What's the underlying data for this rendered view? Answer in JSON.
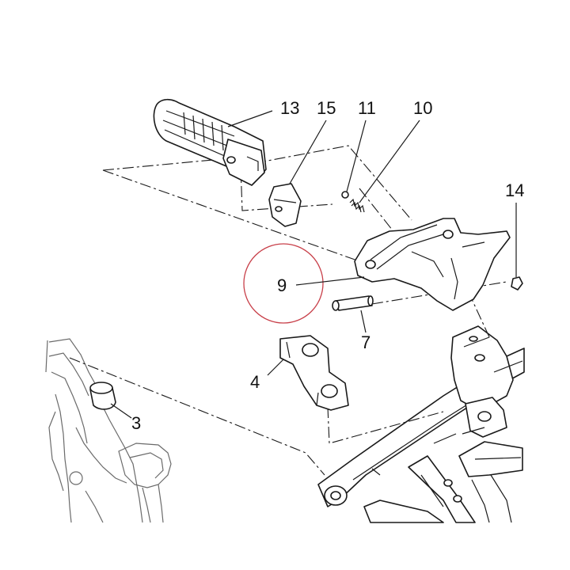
{
  "diagram": {
    "callouts": [
      {
        "id": "c13",
        "label": "13"
      },
      {
        "id": "c15",
        "label": "15"
      },
      {
        "id": "c11",
        "label": "11"
      },
      {
        "id": "c10",
        "label": "10"
      },
      {
        "id": "c14",
        "label": "14"
      },
      {
        "id": "c9",
        "label": "9"
      },
      {
        "id": "c7",
        "label": "7"
      },
      {
        "id": "c4",
        "label": "4"
      },
      {
        "id": "c3",
        "label": "3"
      }
    ],
    "highlight_color": "#c8404a",
    "line_color": "#1a1a1a"
  }
}
